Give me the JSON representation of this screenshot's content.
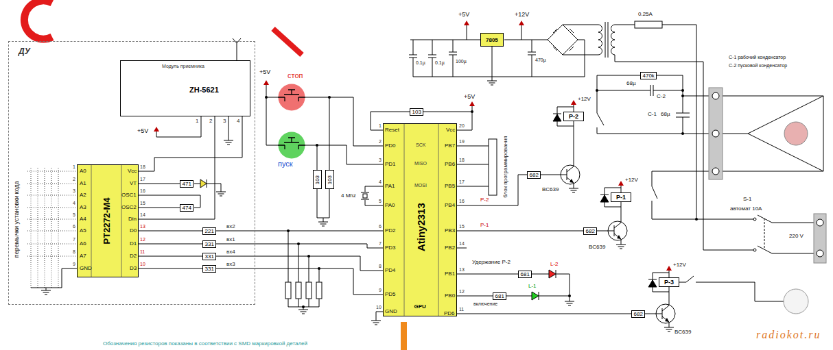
{
  "diagram": {
    "caption": "Обозначения резисторов показаны в соответствии с SMD маркировкой деталей",
    "nodes": [
      {
        "text": [
          "ДУ"
        ]
      },
      {
        "text": [
          "Модуль приемника",
          "ZH-5621"
        ],
        "in": 0
      },
      {
        "text": [
          "PT2272-M4"
        ],
        "in": 0
      },
      {
        "text": [
          "471"
        ],
        "in": 0
      },
      {
        "text": [
          "474"
        ],
        "in": 0
      },
      {
        "text": [
          "221"
        ],
        "in": 0
      },
      {
        "text": [
          "331"
        ],
        "in": 0
      },
      {
        "text": [
          "331"
        ],
        "in": 0
      },
      {
        "text": [
          "331"
        ],
        "in": 0
      },
      {
        "text": [
          "стоп"
        ]
      },
      {
        "text": [
          "пуск"
        ]
      },
      {
        "text": [
          "103"
        ]
      },
      {
        "text": [
          "103"
        ]
      },
      {
        "text": [
          "Atiny2313",
          "GPU"
        ]
      },
      {
        "text": [
          "103"
        ]
      },
      {
        "text": [
          "682"
        ]
      },
      {
        "text": [
          "682"
        ]
      },
      {
        "text": [
          "681"
        ]
      },
      {
        "text": [
          "681"
        ]
      },
      {
        "text": [
          "682"
        ]
      },
      {
        "text": [
          "P-2"
        ]
      },
      {
        "text": [
          "P-1"
        ]
      },
      {
        "text": [
          "P-3"
        ]
      },
      {
        "text": [
          "7805"
        ]
      },
      {
        "text": [
          "470k"
        ]
      }
    ],
    "edges": [
      {
        "from": 1,
        "to": 2,
        "arrow": "none"
      },
      {
        "from": 2,
        "to": 3,
        "arrow": "none"
      },
      {
        "from": 2,
        "to": 4,
        "arrow": "none"
      },
      {
        "from": 2,
        "to": 5,
        "arrow": "none"
      },
      {
        "from": 2,
        "to": 6,
        "arrow": "none"
      },
      {
        "from": 2,
        "to": 7,
        "arrow": "none"
      },
      {
        "from": 2,
        "to": 8,
        "arrow": "none"
      },
      {
        "from": 5,
        "to": 13,
        "arrow": "none"
      },
      {
        "from": 6,
        "to": 13,
        "arrow": "none"
      },
      {
        "from": 7,
        "to": 13,
        "arrow": "none"
      },
      {
        "from": 8,
        "to": 13,
        "arrow": "none"
      },
      {
        "from": 9,
        "to": 13,
        "arrow": "none"
      },
      {
        "from": 10,
        "to": 13,
        "arrow": "none"
      },
      {
        "from": 14,
        "to": 13,
        "arrow": "none"
      },
      {
        "from": 13,
        "to": 15,
        "arrow": "none"
      },
      {
        "from": 13,
        "to": 16,
        "arrow": "none"
      },
      {
        "from": 13,
        "to": 17,
        "arrow": "none"
      },
      {
        "from": 13,
        "to": 18,
        "arrow": "none"
      },
      {
        "from": 13,
        "to": 19,
        "arrow": "none"
      }
    ],
    "labels": [
      "1",
      "2",
      "3",
      "4",
      "+5V",
      "перемычки установки кода",
      "A0",
      "A1",
      "A2",
      "A3",
      "A4",
      "A5",
      "A6",
      "A7",
      "GND",
      "Vcc",
      "VT",
      "OSC1",
      "OSC2",
      "Din",
      "D0",
      "D1",
      "D2",
      "D3",
      "1",
      "2",
      "3",
      "4",
      "5",
      "6",
      "7",
      "8",
      "9",
      "18",
      "17",
      "16",
      "15",
      "14",
      "13",
      "12",
      "11",
      "10",
      "вх2",
      "вх1",
      "вх4",
      "вх3",
      "+5V",
      "+5V",
      "Reset",
      "PD0",
      "PD1",
      "PA1",
      "PA0",
      "PD2",
      "PD3",
      "PD4",
      "PD5",
      "GND",
      "Vcc",
      "PB7",
      "PB6",
      "PB5",
      "PB4",
      "PB3",
      "PB2",
      "PB1",
      "PB0",
      "PD6",
      "1",
      "2",
      "3",
      "4",
      "5",
      "6",
      "7",
      "8",
      "9",
      "10",
      "20",
      "19",
      "18",
      "17",
      "16",
      "15",
      "14",
      "13",
      "12",
      "11",
      "SCK",
      "MISO",
      "MOSI",
      "4 Mhz",
      "блок программирования",
      "P-2",
      "P-1",
      "BC639",
      "BC639",
      "BC639",
      "+12V",
      "+12V",
      "+12V",
      "Удержание P-2",
      "L-2",
      "L-1",
      "включение",
      "+5V",
      "+12V",
      "0.1µ",
      "0.1µ",
      "100µ",
      "470µ",
      "0.25A",
      "С-1 рабочий конденсатор",
      "С-2 пусковой конденсатор",
      "68µ",
      "C-2",
      "С-1",
      "68µ",
      "S-1",
      "автомат 10А",
      "220 V",
      "radiokot.ru"
    ]
  }
}
